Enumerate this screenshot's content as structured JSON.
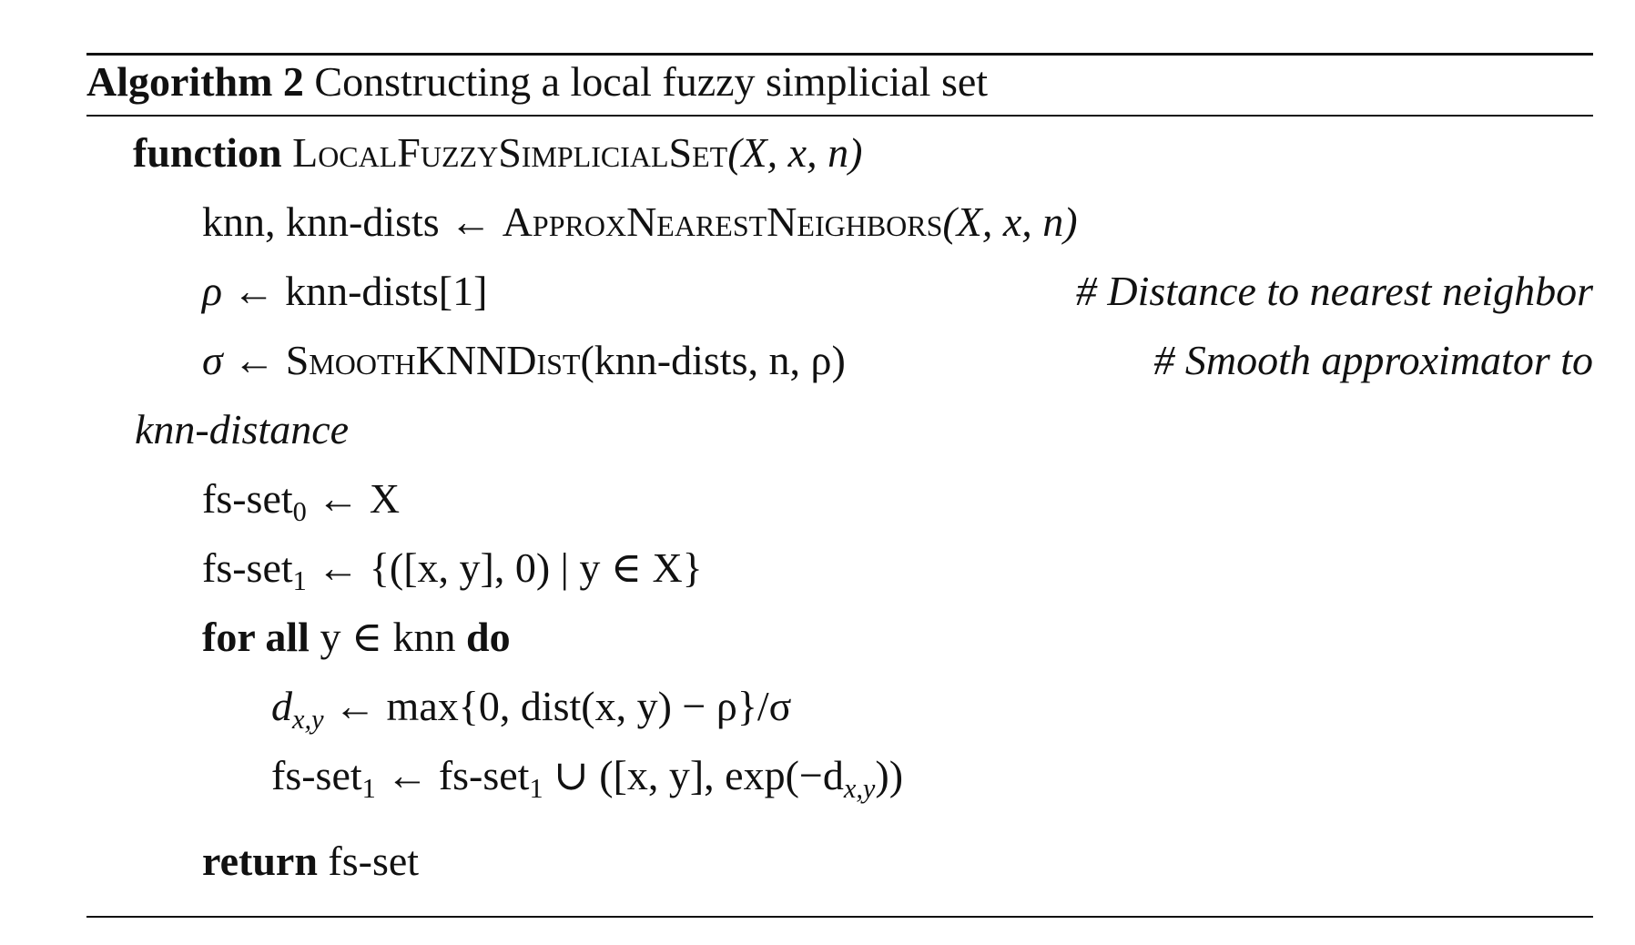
{
  "caption": {
    "label": "Algorithm 2",
    "title": "Constructing a local fuzzy simplicial set"
  },
  "lines": {
    "function_kw": "function",
    "function_name": "LocalFuzzySimplicialSet",
    "function_args": "(X, x, n)",
    "knn_lhs": "knn, knn-dists ← ",
    "knn_call": "ApproxNearestNeighbors",
    "knn_args": "(X, x, n)",
    "rho_lhs": "ρ",
    "rho_rhs": " ← knn-dists[1]",
    "rho_comment": "# Distance to nearest neighbor",
    "sigma_lhs": "σ",
    "sigma_arrow": " ← ",
    "sigma_call": "SmoothKNNDist",
    "sigma_args": "(knn-dists, n, ρ)",
    "sigma_comment": "# Smooth approximator to",
    "sigma_comment_wrap": "knn-distance",
    "fs0_name": "fs-set",
    "fs0_sub": "0",
    "fs0_rhs": " ← X",
    "fs1_name": "fs-set",
    "fs1_sub": "1",
    "fs1_rhs": " ← {([x, y], 0) | y ∈ X}",
    "for_kw": "for all",
    "for_mid": " y ∈ knn ",
    "do_kw": "do",
    "d_name": "d",
    "d_sub": "x,y",
    "d_rhs": " ← max{0, dist(x, y) − ρ}/σ",
    "upd_lhs_name": "fs-set",
    "upd_lhs_sub": "1",
    "upd_arrow": " ← ",
    "upd_rhs_name": "fs-set",
    "upd_rhs_sub": "1",
    "upd_rest": " ∪ ([x, y], exp(−d",
    "upd_rest_sub": "x,y",
    "upd_close": "))",
    "return_kw": "return",
    "return_val": " fs-set"
  }
}
